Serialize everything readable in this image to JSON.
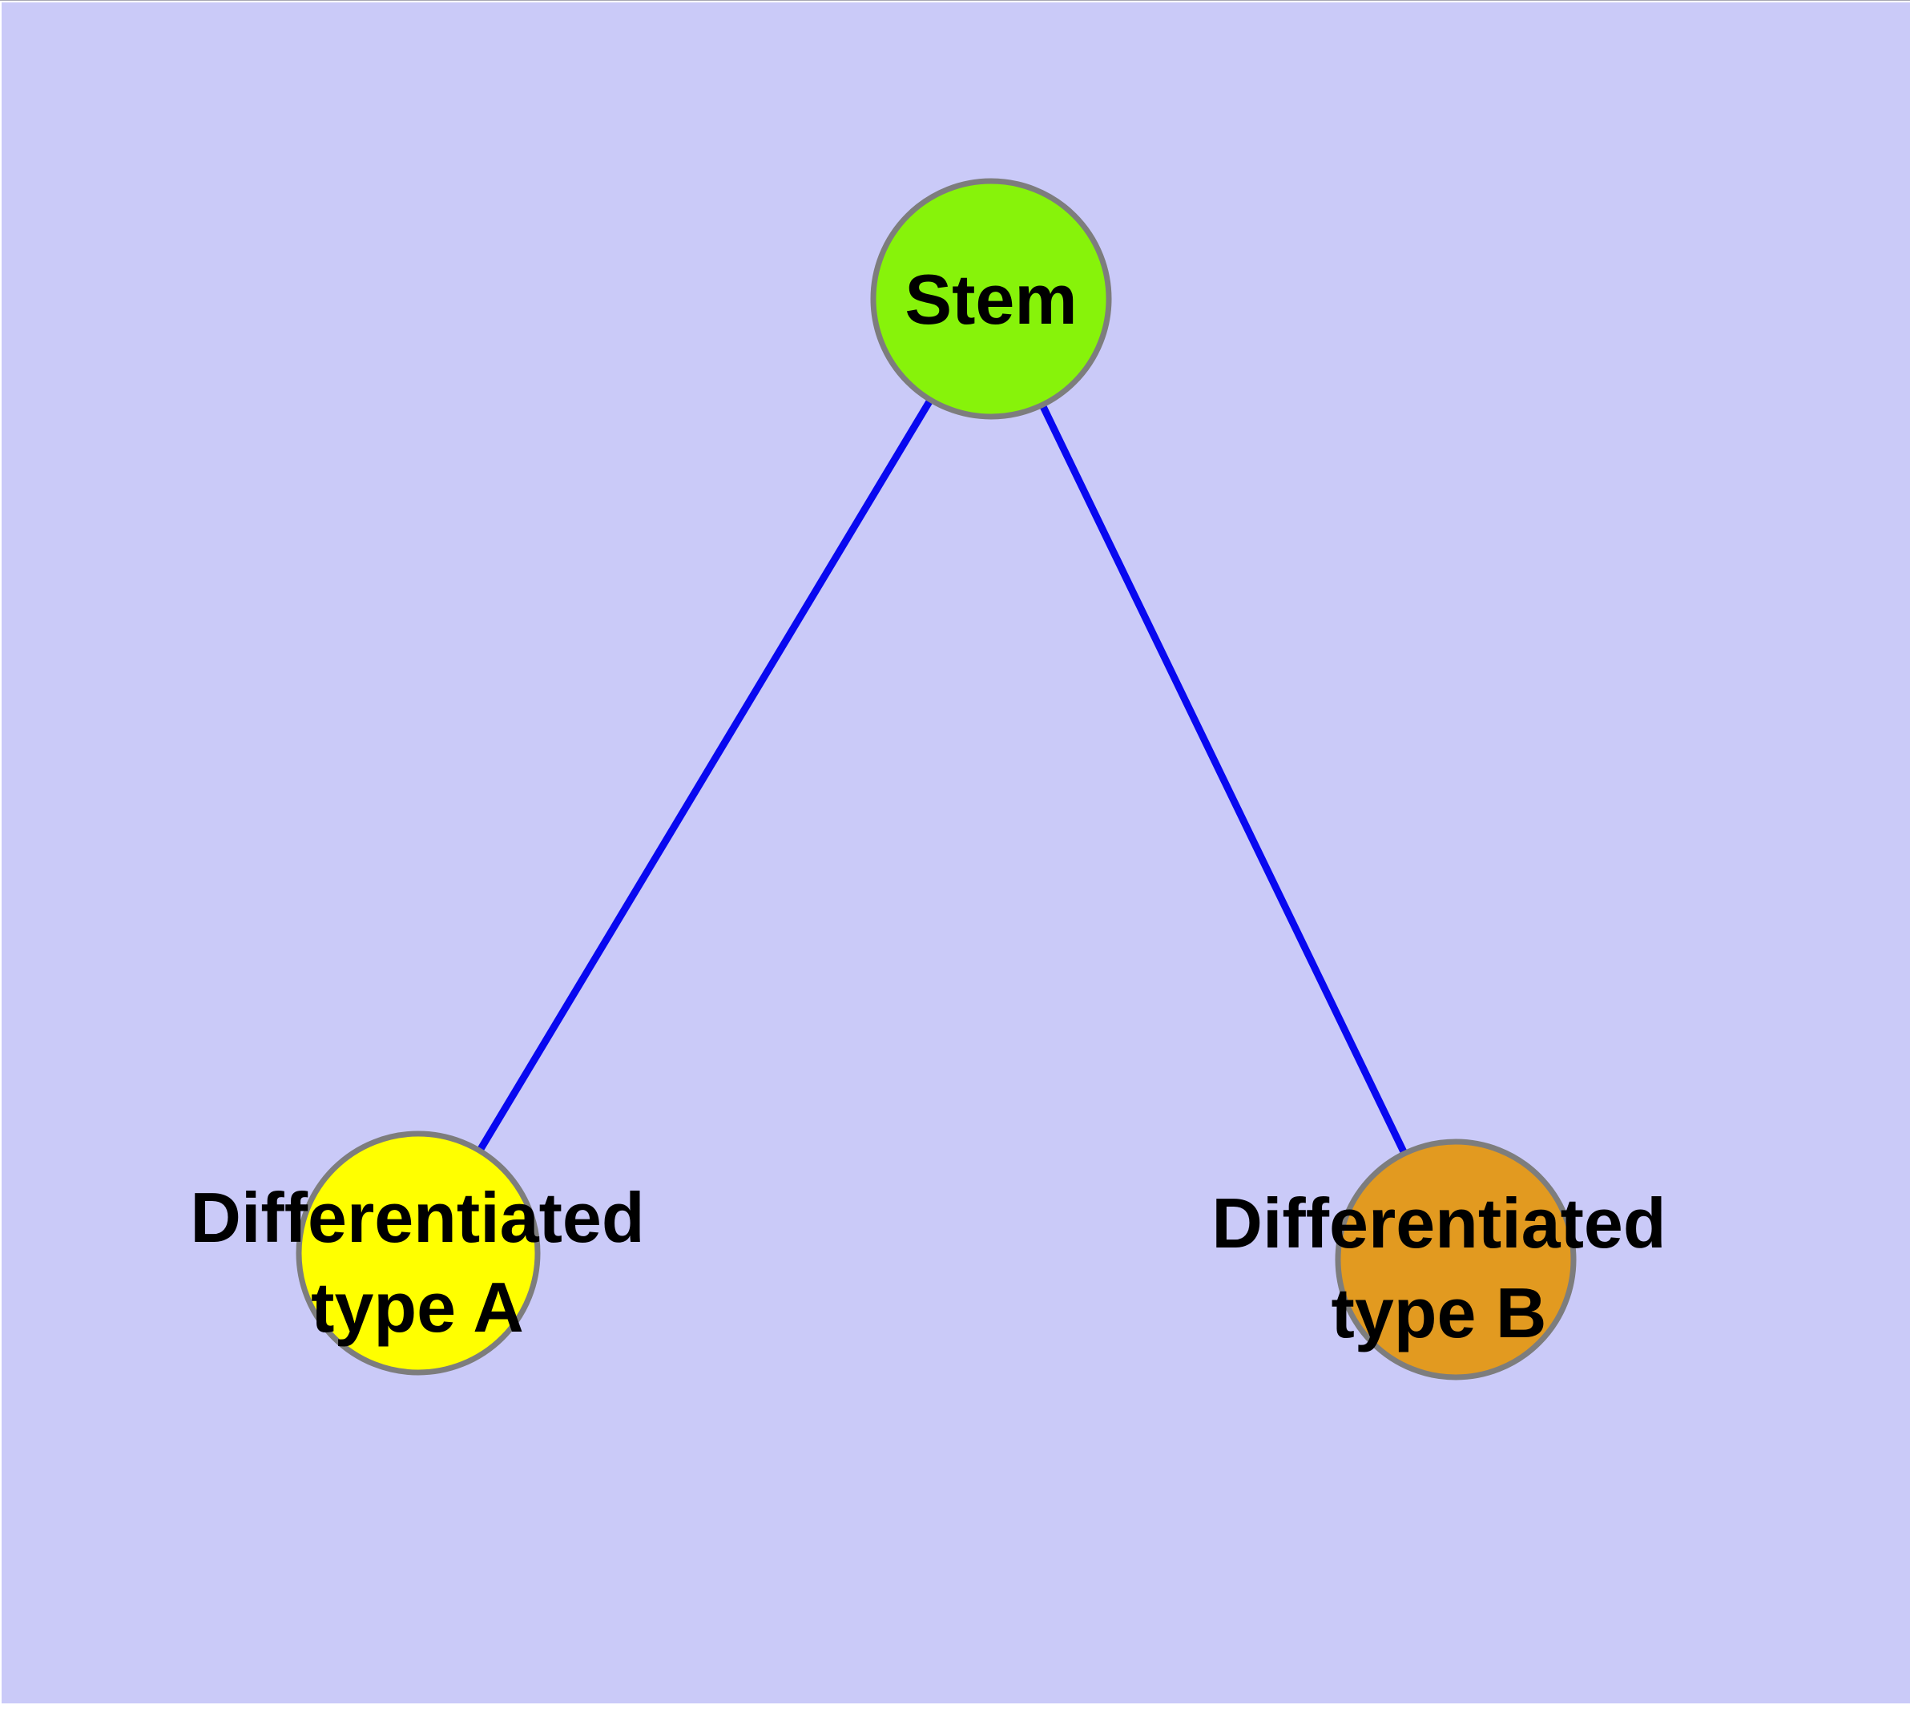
{
  "figure": {
    "type": "node-link-diagram",
    "background_color": "#cacaf8",
    "edge_color": "#0808f0",
    "node_border_color": "#7d7d7d",
    "label_color": "#000000",
    "nodes": [
      {
        "id": "stem",
        "label": "Stem",
        "fill": "#87f30a"
      },
      {
        "id": "differentiated-type-a",
        "label_line1": "Differentiated",
        "label_line2": "type A",
        "fill": "#ffff00"
      },
      {
        "id": "differentiated-type-b",
        "label_line1": "Differentiated",
        "label_line2": "type B",
        "fill": "#e29a20"
      }
    ],
    "edges": [
      {
        "from": "Stem",
        "to": "Differentiated type A"
      },
      {
        "from": "Stem",
        "to": "Differentiated type B"
      }
    ]
  }
}
